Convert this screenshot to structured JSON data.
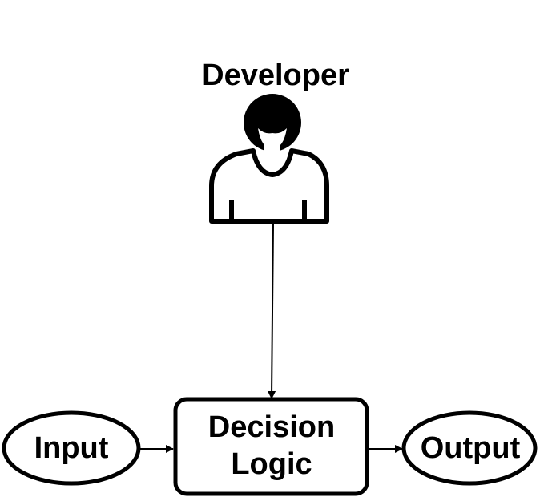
{
  "developer": {
    "label": "Developer",
    "icon": "person-icon"
  },
  "nodes": {
    "input": "Input",
    "decision_line1": "Decision",
    "decision_line2": "Logic",
    "output": "Output"
  },
  "colors": {
    "stroke": "#000000",
    "fill": "#ffffff",
    "text": "#000000"
  }
}
